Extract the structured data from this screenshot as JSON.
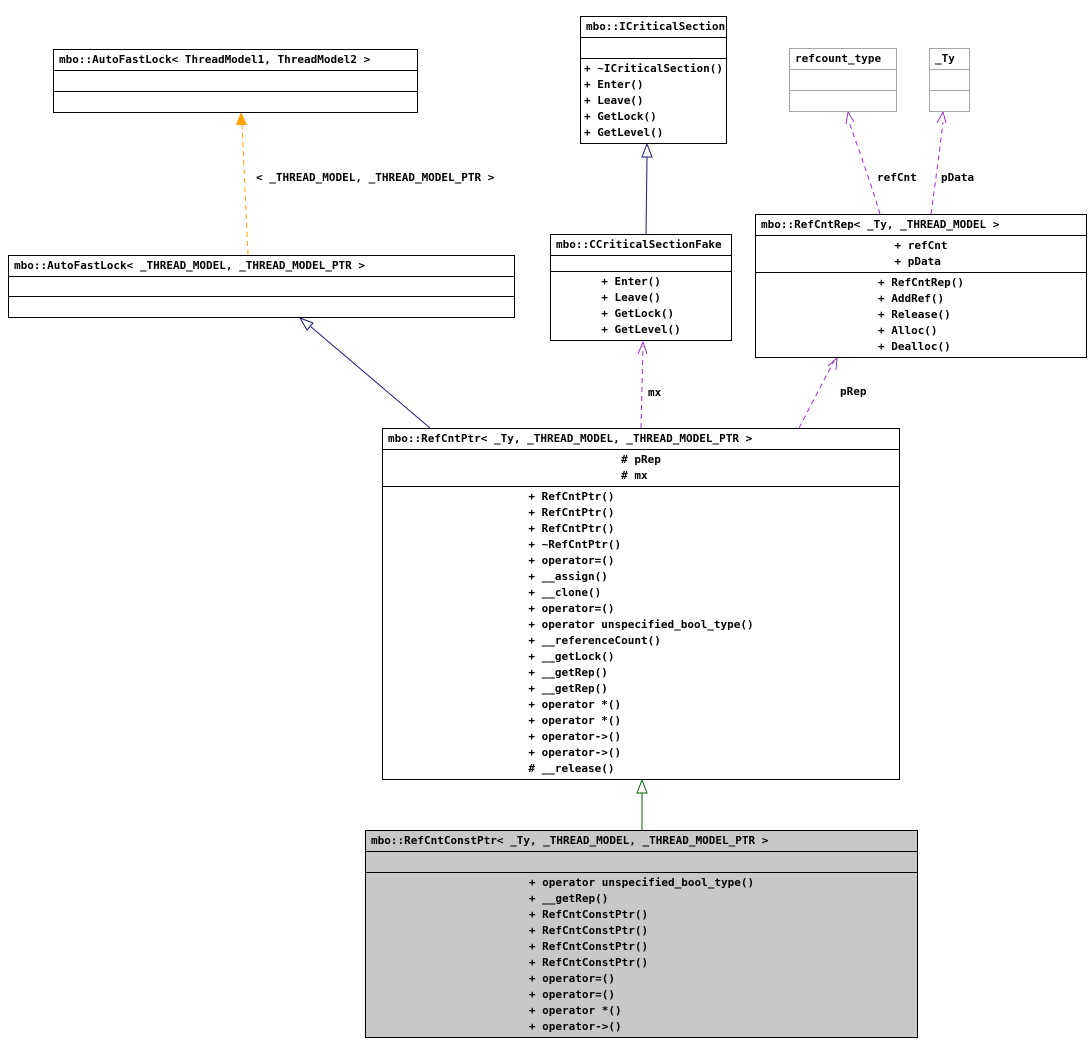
{
  "colors": {
    "inheritance": "#191970",
    "protected_inheritance": "#006400",
    "template_instance": "#ffa500",
    "usage": "#9a32cd",
    "node_border": "#000000",
    "weak_node_border": "#a6a6a6",
    "selected_node_fill": "#c8c8c8"
  },
  "nodes": {
    "autofastlock_concrete": {
      "title": "mbo::AutoFastLock< ThreadModel1, ThreadModel2 >"
    },
    "icriticalsection": {
      "title": "mbo::ICriticalSection",
      "methods": [
        "+ ~ICriticalSection()",
        "+ Enter()",
        "+ Leave()",
        "+ GetLock()",
        "+ GetLevel()"
      ]
    },
    "refcount_type": {
      "title": "refcount_type"
    },
    "ty": {
      "title": "_Ty"
    },
    "refcntrep": {
      "title": "mbo::RefCntRep< _Ty, _THREAD_MODEL >",
      "attributes": [
        "+ refCnt",
        "+ pData"
      ],
      "methods": [
        "+ RefCntRep()",
        "+ AddRef()",
        "+ Release()",
        "+ Alloc()",
        "+ Dealloc()"
      ]
    },
    "ccriticalsectionfake": {
      "title": "mbo::CCriticalSectionFake",
      "methods": [
        "+ Enter()",
        "+ Leave()",
        "+ GetLock()",
        "+ GetLevel()"
      ]
    },
    "autofastlock_template": {
      "title": "mbo::AutoFastLock< _THREAD_MODEL, _THREAD_MODEL_PTR >"
    },
    "refcntptr": {
      "title": "mbo::RefCntPtr< _Ty, _THREAD_MODEL, _THREAD_MODEL_PTR >",
      "attributes": [
        "# pRep",
        "# mx"
      ],
      "methods": [
        "+ RefCntPtr()",
        "+ RefCntPtr()",
        "+ RefCntPtr()",
        "+ ~RefCntPtr()",
        "+ operator=()",
        "+ __assign()",
        "+ __clone()",
        "+ operator=()",
        "+ operator unspecified_bool_type()",
        "+ __referenceCount()",
        "+ __getLock()",
        "+ __getRep()",
        "+ __getRep()",
        "+ operator *()",
        "+ operator *()",
        "+ operator->()",
        "+ operator->()",
        "# __release()"
      ]
    },
    "refcntconstptr": {
      "title": "mbo::RefCntConstPtr< _Ty, _THREAD_MODEL, _THREAD_MODEL_PTR >",
      "methods": [
        "+ operator unspecified_bool_type()",
        "+ __getRep()",
        "+ RefCntConstPtr()",
        "+ RefCntConstPtr()",
        "+ RefCntConstPtr()",
        "+ RefCntConstPtr()",
        "+ operator=()",
        "+ operator=()",
        "+ operator *()",
        "+ operator->()"
      ]
    }
  },
  "edge_labels": {
    "template_args": "< _THREAD_MODEL, _THREAD_MODEL_PTR >",
    "refcnt": "refCnt",
    "pdata": "pData",
    "mx": "mx",
    "prep": "pRep"
  }
}
